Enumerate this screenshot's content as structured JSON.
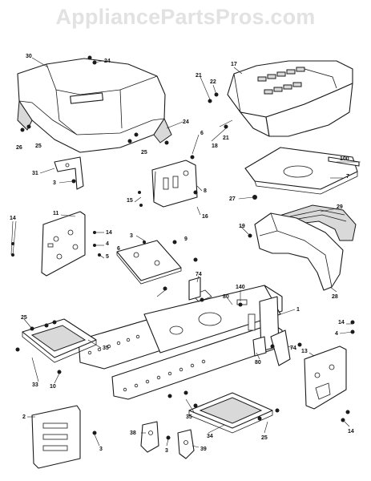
{
  "watermark": "AppliancePartsPros.com",
  "callouts": [
    {
      "id": "c30",
      "text": "30"
    },
    {
      "id": "c24a",
      "text": "24"
    },
    {
      "id": "c17",
      "text": "17"
    },
    {
      "id": "c21a",
      "text": "21"
    },
    {
      "id": "c22",
      "text": "22"
    },
    {
      "id": "c18",
      "text": "18"
    },
    {
      "id": "c21b",
      "text": "21"
    },
    {
      "id": "c24b",
      "text": "24"
    },
    {
      "id": "c26",
      "text": "26"
    },
    {
      "id": "c25a",
      "text": "25"
    },
    {
      "id": "c25b",
      "text": "25"
    },
    {
      "id": "c6a",
      "text": "6"
    },
    {
      "id": "c100",
      "text": "100"
    },
    {
      "id": "c7",
      "text": "7"
    },
    {
      "id": "c27",
      "text": "27"
    },
    {
      "id": "c31",
      "text": "31"
    },
    {
      "id": "c3a",
      "text": "3"
    },
    {
      "id": "c15",
      "text": "15"
    },
    {
      "id": "c8",
      "text": "8"
    },
    {
      "id": "c16",
      "text": "16"
    },
    {
      "id": "c29",
      "text": "29"
    },
    {
      "id": "c14a",
      "text": "14"
    },
    {
      "id": "c11",
      "text": "11"
    },
    {
      "id": "c14b",
      "text": "14"
    },
    {
      "id": "c4a",
      "text": "4"
    },
    {
      "id": "c5",
      "text": "5"
    },
    {
      "id": "c3b",
      "text": "3"
    },
    {
      "id": "c6b",
      "text": "6"
    },
    {
      "id": "c19",
      "text": "19"
    },
    {
      "id": "c9",
      "text": "9"
    },
    {
      "id": "c28",
      "text": "28"
    },
    {
      "id": "c74a",
      "text": "74"
    },
    {
      "id": "c140",
      "text": "140"
    },
    {
      "id": "c80a",
      "text": "80"
    },
    {
      "id": "c1",
      "text": "1"
    },
    {
      "id": "c14c",
      "text": "14"
    },
    {
      "id": "c4b",
      "text": "4"
    },
    {
      "id": "c25c",
      "text": "25"
    },
    {
      "id": "c35",
      "text": "35"
    },
    {
      "id": "c80b",
      "text": "80"
    },
    {
      "id": "c74b",
      "text": "74"
    },
    {
      "id": "c13",
      "text": "13"
    },
    {
      "id": "c33",
      "text": "33"
    },
    {
      "id": "c10",
      "text": "10"
    },
    {
      "id": "c2",
      "text": "2"
    },
    {
      "id": "c3c",
      "text": "3"
    },
    {
      "id": "c35b",
      "text": "35"
    },
    {
      "id": "c34",
      "text": "34"
    },
    {
      "id": "c38",
      "text": "38"
    },
    {
      "id": "c3d",
      "text": "3"
    },
    {
      "id": "c39",
      "text": "39"
    },
    {
      "id": "c25d",
      "text": "25"
    },
    {
      "id": "c14d",
      "text": "14"
    }
  ]
}
